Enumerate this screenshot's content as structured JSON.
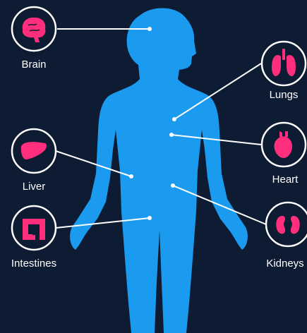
{
  "colors": {
    "background": "#0d1b33",
    "body": "#1a9bf0",
    "connector": "#ffffff",
    "organ_icon": "#ff2f7e"
  },
  "organs": [
    {
      "id": "brain",
      "label": "Brain",
      "icon": "brain-icon"
    },
    {
      "id": "liver",
      "label": "Liver",
      "icon": "liver-icon"
    },
    {
      "id": "intestines",
      "label": "Intestines",
      "icon": "intestines-icon"
    },
    {
      "id": "lungs",
      "label": "Lungs",
      "icon": "lungs-icon"
    },
    {
      "id": "heart",
      "label": "Heart",
      "icon": "heart-icon"
    },
    {
      "id": "kidneys",
      "label": "Kidneys",
      "icon": "kidneys-icon"
    }
  ]
}
